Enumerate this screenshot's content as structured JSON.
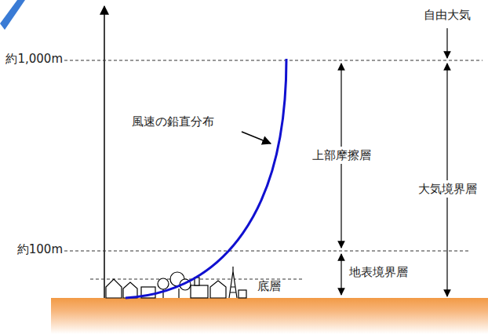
{
  "diagram": {
    "labels": [
      "自由大気",
      "約1,000m",
      "風速の鉛直分布",
      "上部摩擦層",
      "大気境界層",
      "約100m",
      "地表境界層",
      "底層"
    ]
  }
}
